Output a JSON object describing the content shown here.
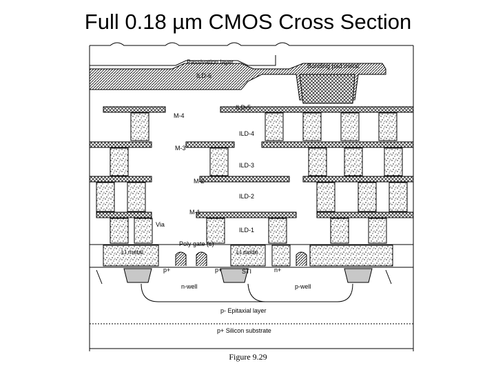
{
  "title": "Full 0.18 µm CMOS Cross Section",
  "labels": {
    "passivation": "Passivation layer",
    "bonding_pad": "Bonding pad metal",
    "ild6": "ILD-6",
    "ild5": "ILD-5",
    "m4": "M-4",
    "ild4": "ILD-4",
    "m3": "M-3",
    "ild3": "ILD-3",
    "m2": "M-2",
    "ild2": "ILD-2",
    "m1": "M-1",
    "via": "Via",
    "ild1": "ILD-1",
    "poly_gate": "Poly gate (s)",
    "li_metal": "LI metal",
    "li_oxide": "LI oxide",
    "p_plus_1": "p+",
    "p_plus_2": "p+",
    "sti": "STI",
    "n_plus": "n+",
    "n_well": "n-well",
    "p_well": "p-well",
    "epi": "p- Epitaxial layer",
    "substrate": "p+ Silicon substrate"
  },
  "caption": "Figure 9.29",
  "colors": {
    "line": "#000000",
    "oxide": "#c8c8c8",
    "background": "#ffffff"
  }
}
